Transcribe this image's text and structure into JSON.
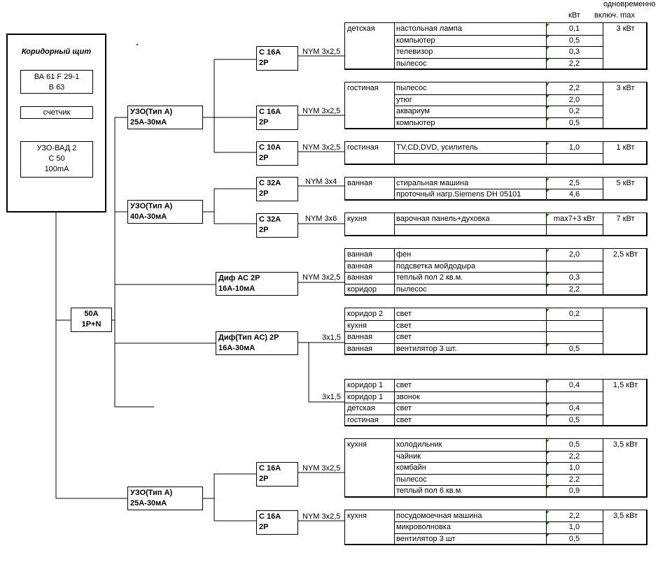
{
  "header": {
    "simultaneous_line1": "одновременно",
    "simultaneous_line2": "включ. max",
    "kw_col": "кВт"
  },
  "panel": {
    "title": "Коридорный щит",
    "main_breaker": [
      "ВА 61 F 29-1",
      "В 63"
    ],
    "meter": "счетчик",
    "rcd": [
      "УЗО-ВАД 2",
      "С 50",
      "100mA"
    ]
  },
  "main_switch": [
    "50A",
    "1P+N"
  ],
  "rcds": [
    [
      "УЗО(Тип А)",
      "25A-30мА"
    ],
    [
      "УЗО(Тип А)",
      "40A-30мА"
    ],
    [
      "Диф АС 2Р",
      "16A-10мА"
    ],
    [
      "Диф(Тип АС) 2Р",
      "16A-30мА"
    ],
    [
      "УЗО(Тип А)",
      "25A-30мА"
    ]
  ],
  "breakers": [
    [
      "С 16А",
      "2Р"
    ],
    [
      "С 16А",
      "2Р"
    ],
    [
      "С 10А",
      "2Р"
    ],
    [
      "С 32А",
      "2Р"
    ],
    [
      "С 32А",
      "2Р"
    ],
    [
      "С 16А",
      "2Р"
    ],
    [
      "С 16А",
      "2Р"
    ]
  ],
  "cables": [
    "NYM 3x2,5",
    "NYM 3x2,5",
    "NYM 3x2,5",
    "NYM  3x4",
    "NYM  3x6",
    "NYM 3x2,5",
    "3x1,5",
    "3x1,5",
    "NYM 3x2,5",
    "NYM 3x2,5"
  ],
  "groups": [
    {
      "room": "детская",
      "max": "3 кВт",
      "rows": [
        {
          "load": "настольная лампа",
          "kw": "0,1"
        },
        {
          "load": "компьютер",
          "kw": "0,5"
        },
        {
          "load": "телевизор",
          "kw": "0,3"
        },
        {
          "load": "пылесос",
          "kw": "2,2"
        }
      ]
    },
    {
      "room": "гостиная",
      "max": "3 кВт",
      "rows": [
        {
          "load": "пылесос",
          "kw": "2,2"
        },
        {
          "load": "утюг",
          "kw": "2,0"
        },
        {
          "load": "аквариум",
          "kw": "0,2"
        },
        {
          "load": "компьютер",
          "kw": "0,5"
        }
      ]
    },
    {
      "room": "гостиная",
      "max": "1 кВт",
      "rows": [
        {
          "load": "TV,CD,DVD, усилитель",
          "kw": "1,0"
        },
        {
          "load": "",
          "kw": ""
        }
      ]
    },
    {
      "room": "ванная",
      "max": "5 кВт",
      "rows": [
        {
          "load": "стиральная машина",
          "kw": "2,5"
        },
        {
          "load": "проточный нагр.Siemens DH 05101",
          "kw": "4,6"
        }
      ]
    },
    {
      "room": "кухня",
      "max": "7 кВт",
      "rows": [
        {
          "load": "варочная панель+духовка",
          "kw": "max7+3 кВт"
        },
        {
          "load": "",
          "kw": ""
        }
      ]
    },
    {
      "room": "",
      "max": "2,5 кВт",
      "rows": [
        {
          "room": "ванная",
          "load": "фен",
          "kw": "2,0"
        },
        {
          "room": "ванная",
          "load": "подсветка мойдодыра",
          "kw": ""
        },
        {
          "room": "ванная",
          "load": "теплый пол 2 кв.м.",
          "kw": "0,3"
        },
        {
          "room": "коридор",
          "load": "пылесос",
          "kw": "2,2"
        }
      ]
    },
    {
      "room": "",
      "max": "",
      "rows": [
        {
          "room": "коридор 2",
          "load": "свет",
          "kw": "0,2"
        },
        {
          "room": "кухня",
          "load": "свет",
          "kw": ""
        },
        {
          "room": "ванная",
          "load": "свет",
          "kw": ""
        },
        {
          "room": "ванная",
          "load": "вентилятор 3 шт.",
          "kw": "0,5"
        }
      ]
    },
    {
      "room": "",
      "max": "1,5 кВт",
      "rows": [
        {
          "room": "коридор 1",
          "load": "свет",
          "kw": "0,4"
        },
        {
          "room": "коридор 1",
          "load": "звонок",
          "kw": ""
        },
        {
          "room": "детская",
          "load": "свет",
          "kw": "0,4"
        },
        {
          "room": "гостиная",
          "load": "свет",
          "kw": "0,5"
        }
      ]
    },
    {
      "room": "кухня",
      "max": "3,5 кВт",
      "rows": [
        {
          "load": "холодильник",
          "kw": "0,5"
        },
        {
          "load": "чайник",
          "kw": "2,2"
        },
        {
          "load": "комбайн",
          "kw": "1,0"
        },
        {
          "load": "пылесос",
          "kw": "2,2"
        },
        {
          "load": "теплый пол 6 кв.м.",
          "kw": "0,9"
        }
      ]
    },
    {
      "room": "кухня",
      "max": "3,5 кВт",
      "rows": [
        {
          "load": "посудомоечная машина",
          "kw": "2,2"
        },
        {
          "load": "микроволновка",
          "kw": "1,0"
        },
        {
          "load": "вентилятор 3 шт",
          "kw": "0,5"
        }
      ]
    }
  ]
}
